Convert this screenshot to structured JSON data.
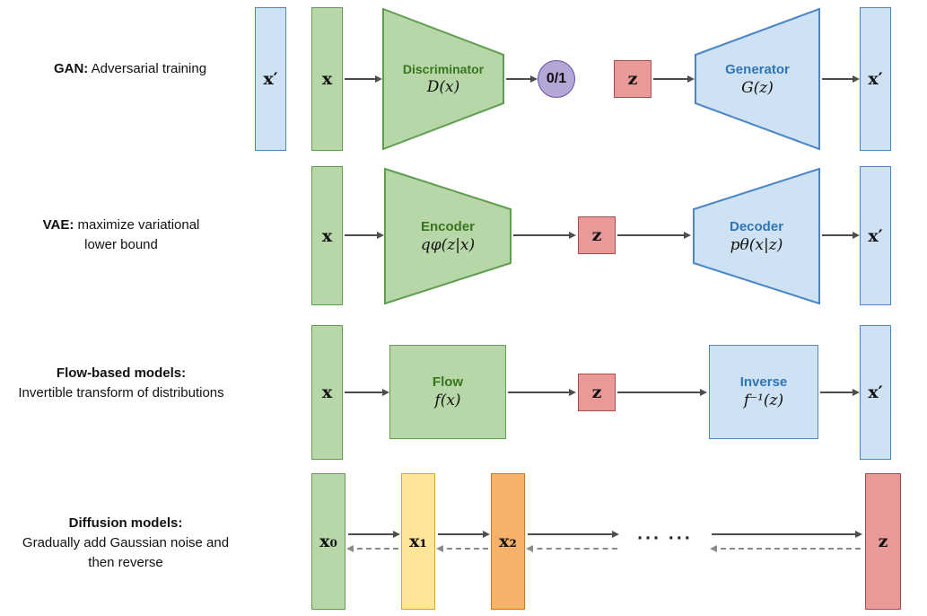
{
  "gan": {
    "label_bold": "GAN:",
    "label_text": " Adversarial training",
    "x_prime_in": "x′",
    "x_in": "x",
    "discriminator_title": "Discriminator",
    "discriminator_formula": "D(x)",
    "decision": "0/1",
    "z": "z",
    "generator_title": "Generator",
    "generator_formula": "G(z)",
    "x_prime_out": "x′"
  },
  "vae": {
    "label_bold": "VAE:",
    "label_text": " maximize variational lower bound",
    "x_in": "x",
    "encoder_title": "Encoder",
    "encoder_formula": "qφ(z|x)",
    "z": "z",
    "decoder_title": "Decoder",
    "decoder_formula": "pθ(x|z)",
    "x_prime_out": "x′"
  },
  "flow": {
    "label_bold": "Flow-based models:",
    "label_text": "Invertible transform of distributions",
    "x_in": "x",
    "flow_title": "Flow",
    "flow_formula": "f(x)",
    "z": "z",
    "inverse_title": "Inverse",
    "inverse_formula": "f⁻¹(z)",
    "x_prime_out": "x′"
  },
  "diffusion": {
    "label_bold": "Diffusion models:",
    "label_text": "Gradually add Gaussian noise and then reverse",
    "x0": "x₀",
    "x1": "x₁",
    "x2": "x₂",
    "dots": "··· ···",
    "z": "z"
  },
  "colors": {
    "green_fill": "#b7d7a8",
    "green_border": "#5f9e4e",
    "blue_fill": "#cfe2f3",
    "blue_border": "#4a86c8",
    "red_fill": "#ea9999",
    "red_border": "#a64d4d",
    "purple_fill": "#b4a7d6",
    "purple_border": "#674ea7",
    "yellow_fill": "#ffe599",
    "yellow_border": "#d9a92f",
    "orange_fill": "#f6b26b",
    "orange_border": "#cc7722",
    "green_text": "#38761d",
    "blue_text": "#2e75b6",
    "arrow_solid": "#4d4d4d",
    "arrow_dashed": "#8a8a8a"
  }
}
